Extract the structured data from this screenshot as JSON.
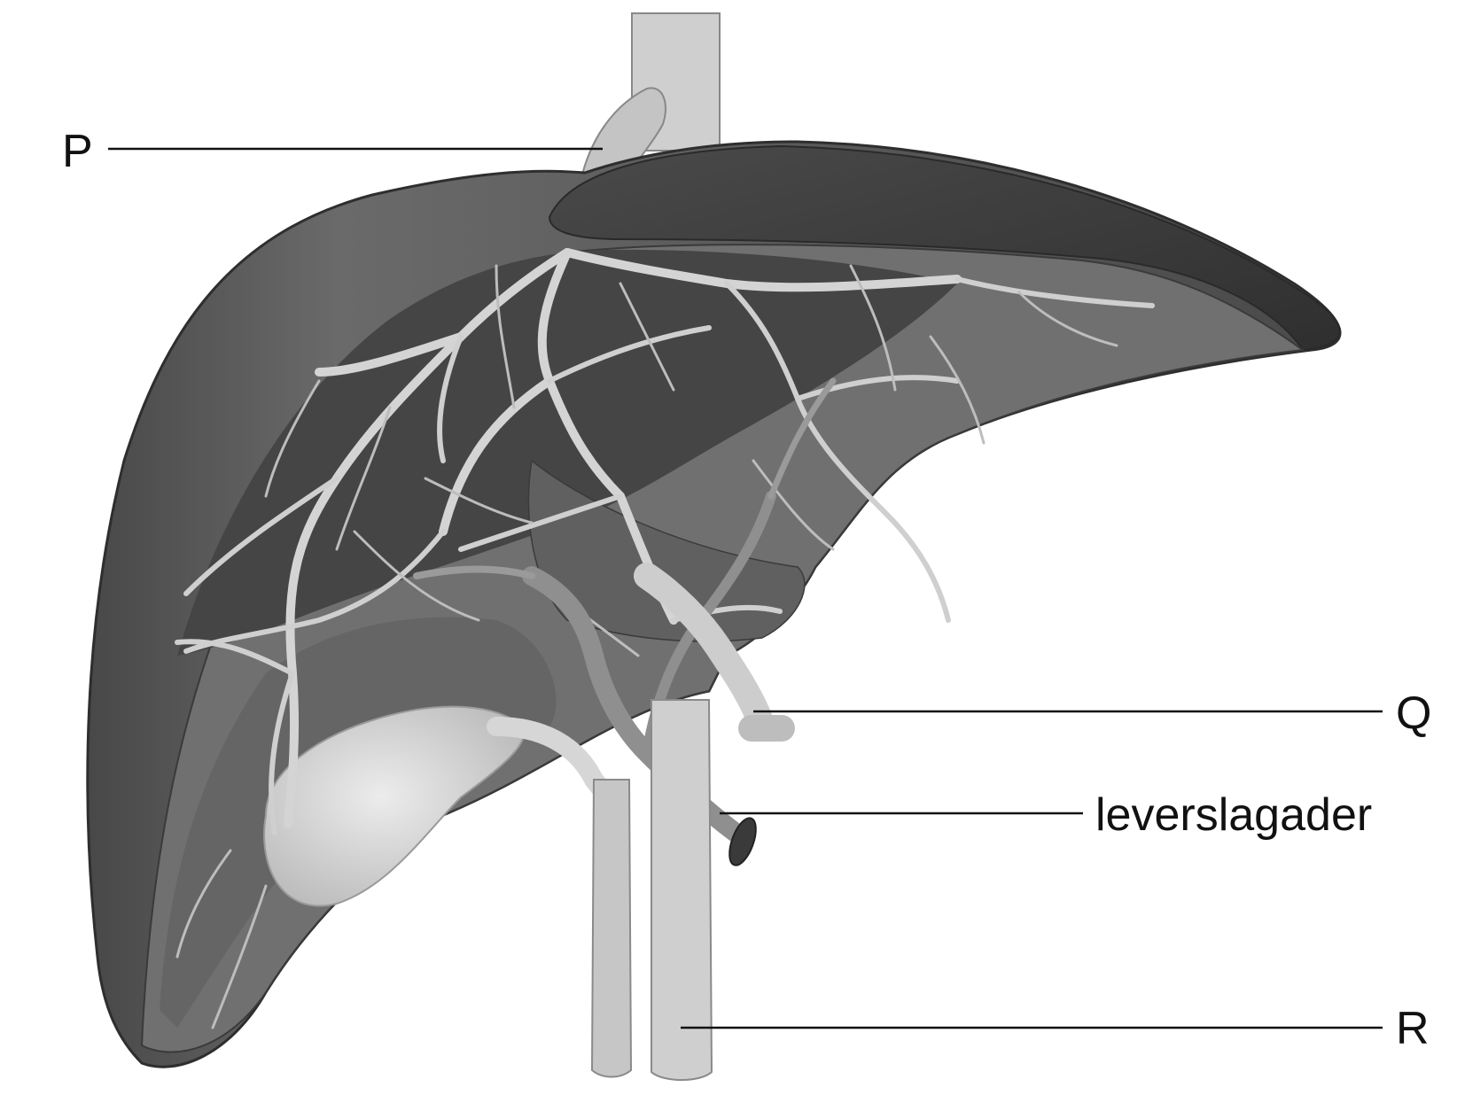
{
  "diagram": {
    "labels": {
      "P": "P",
      "Q": "Q",
      "artery": "leverslagader",
      "R": "R"
    },
    "colors": {
      "background": "#ffffff",
      "liver_dark": "#3d3d3d",
      "liver_mid": "#555555",
      "liver_light": "#707070",
      "vessel_light": "#d0d0d0",
      "vessel_mid": "#c4c4c4",
      "vessel_artery": "#8f8f8f",
      "gallbladder": "#dcdcdc",
      "text": "#111111"
    }
  }
}
